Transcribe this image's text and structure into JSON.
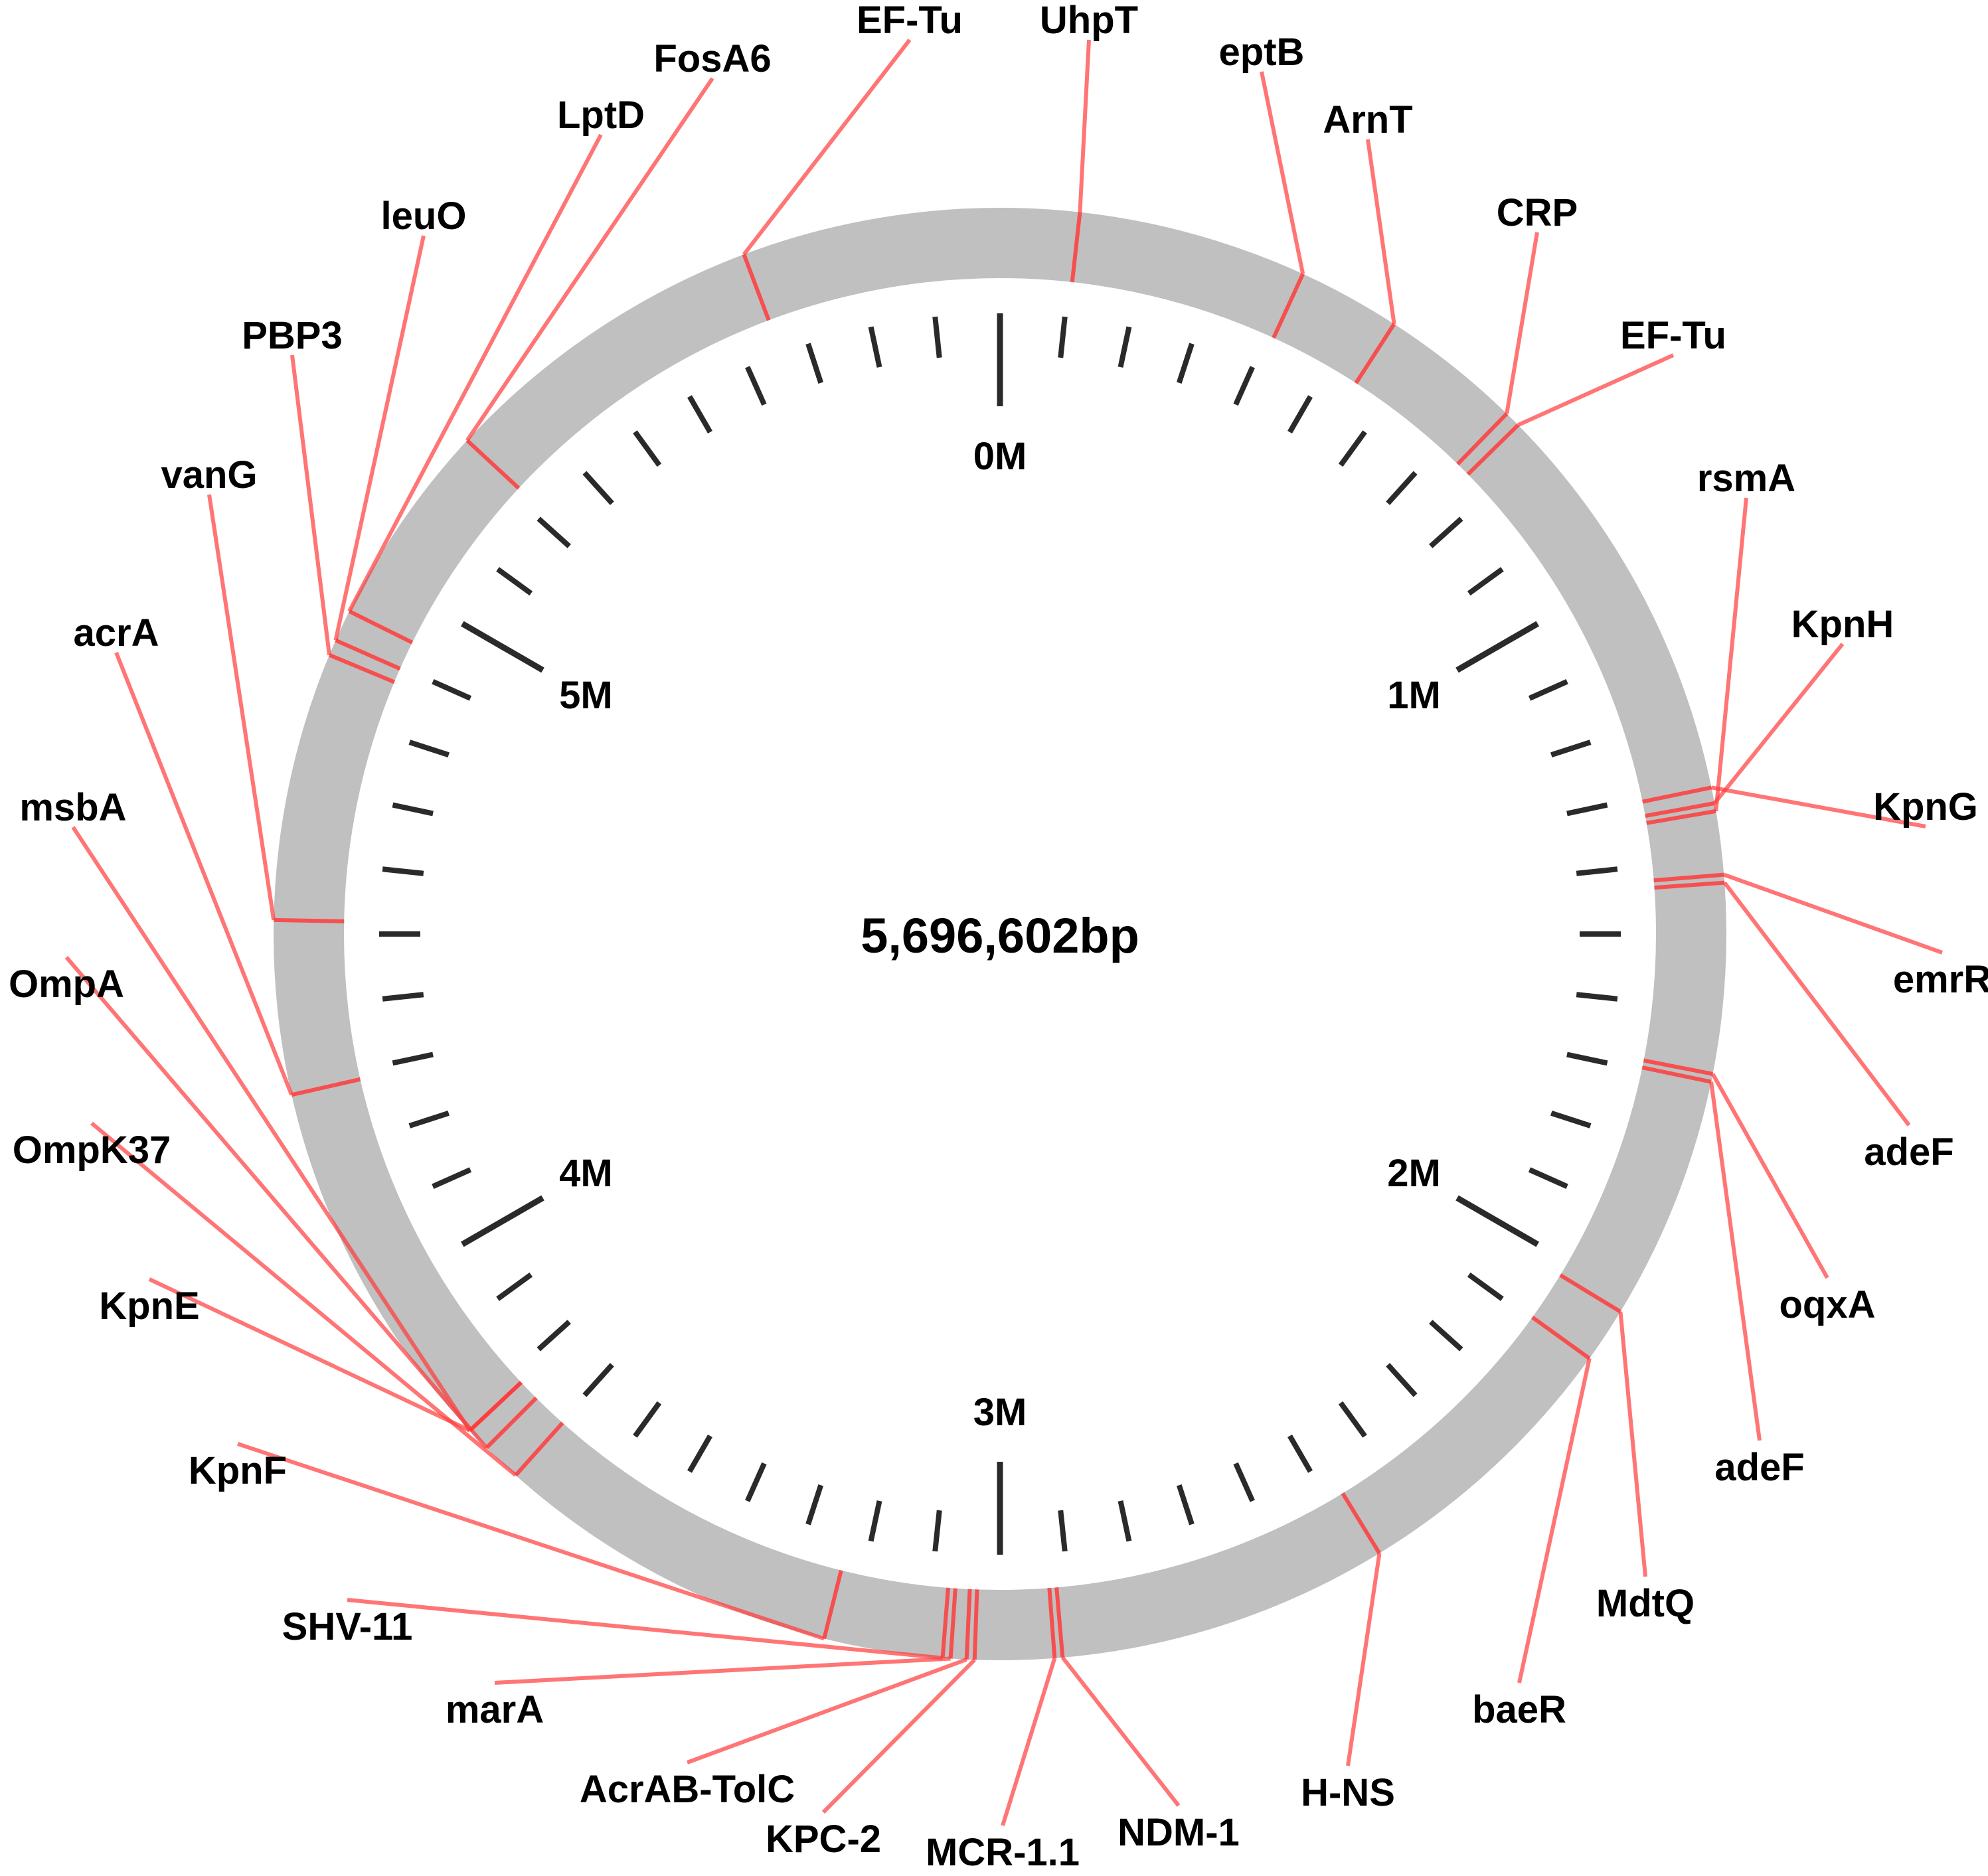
{
  "genome": {
    "size_label": "5,696,602bp",
    "length_bp": 5696602
  },
  "colors": {
    "ring": "#c0c0c0",
    "marker": "#ff3b3b",
    "tick": "#2a2a2a",
    "text": "#000000"
  },
  "tick_labels": [
    "0M",
    "1M",
    "2M",
    "3M",
    "4M",
    "5M"
  ],
  "minor_tick_count": 60,
  "genes": [
    {
      "label": "UhpT",
      "position_mb": 0.1
    },
    {
      "label": "eptB",
      "position_mb": 0.39
    },
    {
      "label": "ArnT",
      "position_mb": 0.52
    },
    {
      "label": "CRP",
      "position_mb": 0.7
    },
    {
      "label": "EF-Tu",
      "position_mb": 0.72
    },
    {
      "label": "rsmA",
      "position_mb": 1.27
    },
    {
      "label": "KpnH",
      "position_mb": 1.26
    },
    {
      "label": "KpnG",
      "position_mb": 1.24
    },
    {
      "label": "emrR",
      "position_mb": 1.35
    },
    {
      "label": "adeF",
      "position_mb": 1.36
    },
    {
      "label": "oqxA",
      "position_mb": 1.6
    },
    {
      "label": "adeF",
      "position_mb": 1.61
    },
    {
      "label": "MdtQ",
      "position_mb": 1.92
    },
    {
      "label": "baeR",
      "position_mb": 1.99
    },
    {
      "label": "H-NS",
      "position_mb": 2.35
    },
    {
      "label": "NDM-1",
      "position_mb": 2.77
    },
    {
      "label": "MCR-1.1",
      "position_mb": 2.78
    },
    {
      "label": "KPC-2",
      "position_mb": 2.88
    },
    {
      "label": "AcrAB-TolC",
      "position_mb": 2.89
    },
    {
      "label": "marA",
      "position_mb": 2.91
    },
    {
      "label": "SHV-11",
      "position_mb": 2.92
    },
    {
      "label": "KpnF",
      "position_mb": 3.07
    },
    {
      "label": "KpnE",
      "position_mb": 3.59
    },
    {
      "label": "OmpK37",
      "position_mb": 3.51
    },
    {
      "label": "OmpA",
      "position_mb": 3.56
    },
    {
      "label": "msbA",
      "position_mb": 3.59
    },
    {
      "label": "acrA",
      "position_mb": 4.07
    },
    {
      "label": "vanG",
      "position_mb": 4.29
    },
    {
      "label": "PBP3",
      "position_mb": 4.63
    },
    {
      "label": "leuO",
      "position_mb": 4.65
    },
    {
      "label": "LptD",
      "position_mb": 4.69
    },
    {
      "label": "FosA6",
      "position_mb": 4.95
    },
    {
      "label": "EF-Tu",
      "position_mb": 5.37
    }
  ]
}
